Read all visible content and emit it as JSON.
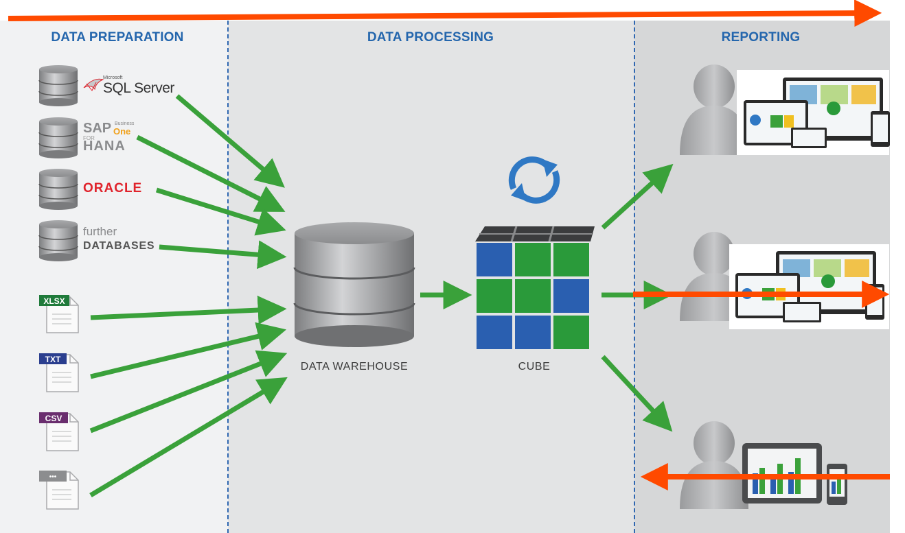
{
  "sections": {
    "preparation": "DATA PREPARATION",
    "processing": "DATA PROCESSING",
    "reporting": "REPORTING"
  },
  "sources": {
    "sql_server_small": "Microsoft",
    "sql_server": "SQL Server",
    "sap": "SAP",
    "sap_business": "Business",
    "sap_one": "One",
    "sap_for": "FOR",
    "hana": "HANA",
    "oracle": "ORACLE",
    "further": "further",
    "databases": "DATABASES"
  },
  "files": {
    "xlsx": "XLSX",
    "txt": "TXT",
    "csv": "CSV",
    "generic": "•••"
  },
  "nodes": {
    "warehouse": "DATA WAREHOUSE",
    "cube": "CUBE"
  },
  "colors": {
    "flow_arrow": "#3aa13a",
    "orange_arrow": "#ff4a00",
    "title_blue": "#2466ad",
    "cube_blue": "#2a5fb0",
    "cube_green": "#2a9a3a",
    "refresh_blue": "#2f78c4",
    "oracle_red": "#e0232b",
    "sap_orange": "#f0a11b"
  },
  "icons": [
    "database-icon",
    "xlsx-file-icon",
    "txt-file-icon",
    "csv-file-icon",
    "generic-file-icon",
    "refresh-icon",
    "user-icon",
    "dashboard-devices-icon",
    "chart-devices-icon"
  ]
}
